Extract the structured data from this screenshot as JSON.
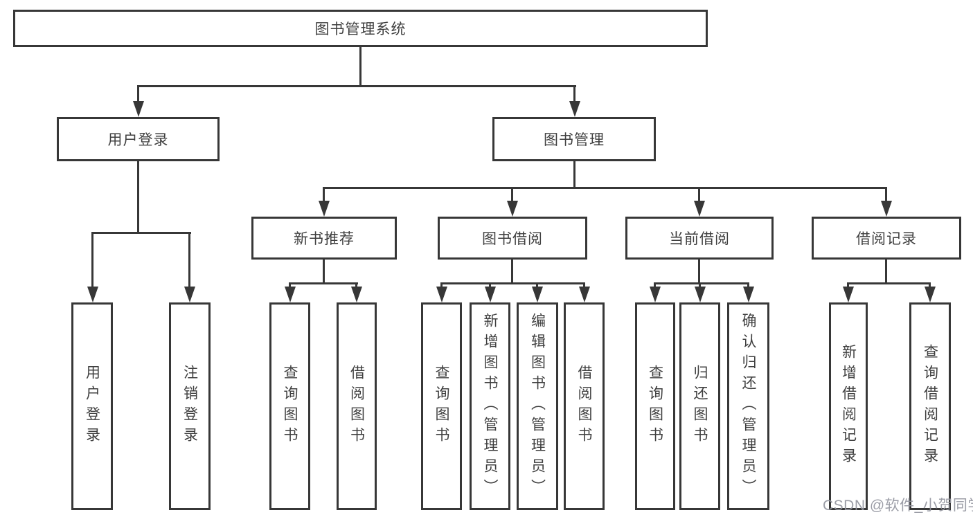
{
  "tree": {
    "label": "图书管理系统",
    "children": [
      {
        "label": "用户登录",
        "children": [
          {
            "label": "用户登录"
          },
          {
            "label": "注销登录"
          }
        ]
      },
      {
        "label": "图书管理",
        "children": [
          {
            "label": "新书推荐",
            "children": [
              {
                "label": "查询图书"
              },
              {
                "label": "借阅图书"
              }
            ]
          },
          {
            "label": "图书借阅",
            "children": [
              {
                "label": "查询图书"
              },
              {
                "label": "新增图书（管理员）"
              },
              {
                "label": "编辑图书（管理员）"
              },
              {
                "label": "借阅图书"
              }
            ]
          },
          {
            "label": "当前借阅",
            "children": [
              {
                "label": "查询图书"
              },
              {
                "label": "归还图书"
              },
              {
                "label": "确认归还（管理员）"
              }
            ]
          },
          {
            "label": "借阅记录",
            "children": [
              {
                "label": "新增借阅记录"
              },
              {
                "label": "查询借阅记录"
              }
            ]
          }
        ]
      }
    ]
  },
  "watermark": {
    "text": "CSDN @软件_小贺同学"
  },
  "colors": {
    "line": "#373737",
    "text": "#3f3f3f",
    "background": "#ffffff",
    "watermark": "#9496a0"
  }
}
